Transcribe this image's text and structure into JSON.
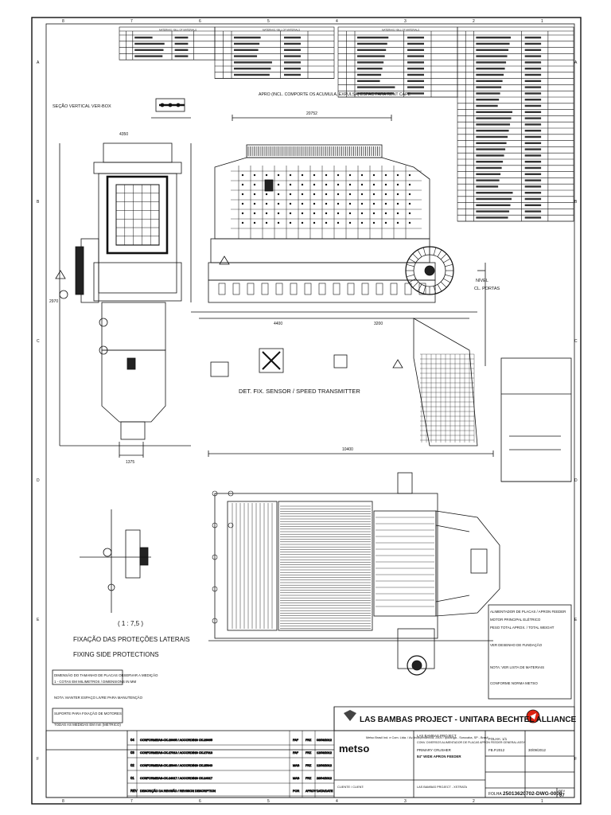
{
  "drawing": {
    "top_view_note": "APRO (INCL. COMPORTE OS ACUMULA, EXPULSA) ESPAC PARA RENT CAPE",
    "section_label": "SEÇÃO VERTICAL VER-BOX",
    "detail_label": "DET. FIX. SENSOR / SPEED TRANSMITTER",
    "nivel_label": "NÍVEL",
    "cl_label": "CL. PORTAS",
    "side_protection_pt": "FIXAÇÃO DAS PROTEÇÕES LATERAIS",
    "side_protection_en": "FIXING SIDE PROTECTIONS",
    "scale_note": "( 1 : 7,5 )",
    "dim_top": "20752",
    "dim_bottom": "1375",
    "dim_left": "2970",
    "dim_width": "4350",
    "dim_plan": "10400",
    "dim_h1": "4400",
    "dim_h2": "3200"
  },
  "title_block": {
    "project": "LAS BAMBAS PROJECT - UNITARA BECHTEL ALLIANCE",
    "company": "metso",
    "company_address": "Metso Brasil Ind. e Com. Ltda. / Av. Independência, 2500 / Iporanga - Sorocaba, SP - Brasil",
    "contract": "LAS BAMBAS PROJECT",
    "description_1": "CONV. DIVERSOS ALIMENTADOR DE PLACAS APRON FEEDER GENERAL ASSY",
    "description_2": "PRIMARY CRUSHER",
    "description_3": "84\" WIDE APRON FEEDER",
    "client_label": "CLIENTE / CLIENT:",
    "client": "LAS BAMBAS PROJECT - XSTRATA",
    "scale": "FOLHA: 1/1",
    "drawing_number": "25013620702-DWG-0000",
    "sheet_label": "FOLHA",
    "rev_label": "REV",
    "rev_value": "07",
    "drawn_value": "FB.P.2012",
    "date_value": "30/09/2012"
  },
  "revisions": [
    {
      "rev": "04",
      "desc": "CONFORME/AS-CK-29965 / ACCORDING CK-29965",
      "by": "FAF",
      "chk": "FRZ",
      "date": "06/09/2012"
    },
    {
      "rev": "03",
      "desc": "CONFORME/AS-CK-27013 / ACCORDING CK-27013",
      "by": "FAF",
      "chk": "FRZ",
      "date": "12/08/2012"
    },
    {
      "rev": "02",
      "desc": "CONFORME/AS-CK-25340 / ACCORDING CK-25340",
      "by": "MAB",
      "chk": "FRZ",
      "date": "12/06/2012"
    },
    {
      "rev": "01",
      "desc": "CONFORME/AS-CK-24017 / ACCORDING CK-24017",
      "by": "MAB",
      "chk": "FRZ",
      "date": "26/04/2012"
    },
    {
      "rev": "REV",
      "desc": "DESCRIÇÃO DA REVISÃO / REVISION DESCRIPTION",
      "by": "POR",
      "chk": "APROV",
      "date": "DATA/DATE"
    }
  ],
  "notes_left": [
    "DIMENSÃO DO TAMANHO DE PLACAS OBSERVAR A MEDIÇÃO",
    "1 - COTAS EM MILIMETROS / DIMENSIONS IN MM",
    "NOTA: MANTER ESPAÇO LIVRE PARA MANUTENÇÃO",
    "SUPORTE PARA FIXAÇÃO DE MOTORES",
    "TODAS AS MEDIDAS EM mm (MÉTRICO)"
  ],
  "notes_right": [
    "ALIMENTADOR DE PLACAS / APRON FEEDER",
    "MOTOR PRINCIPAL ELÉTRICO",
    "PESO TOTAL APROX. / TOTAL WEIGHT",
    "VER DESENHO DE FUNDAÇÃO",
    "NOTA: VER LISTA DE MATERIAIS",
    "CONFORME NORMA METSO"
  ],
  "header_tables": {
    "cols": [
      "POS",
      "QT",
      "DESCRIÇÃO / DESCRIPTION",
      "DESENHO",
      "PESO"
    ],
    "titles": [
      "MATERIAIS / BILL OF MATERIALS",
      "MATERIAIS / BILL OF MATERIALS",
      "MATERIAIS / BILL OF MATERIALS"
    ]
  },
  "zones_top": [
    "1",
    "2",
    "3",
    "4",
    "5",
    "6",
    "7",
    "8"
  ],
  "zones_left": [
    "A",
    "B",
    "C",
    "D",
    "E",
    "F"
  ]
}
